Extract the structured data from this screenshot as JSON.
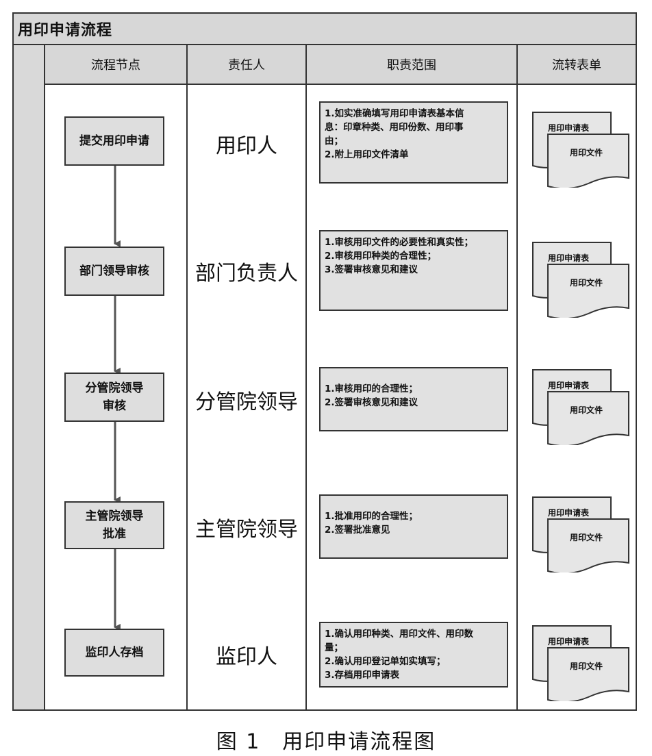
{
  "title": "用印申请流程",
  "headers": {
    "node": "流程节点",
    "person": "责任人",
    "duty": "职责范围",
    "forms": "流转表单"
  },
  "steps": [
    {
      "node": "提交用印申请",
      "person": "用印人",
      "duties": [
        "1.如实准确填写用印申请表基本信",
        "息：印章种类、用印份数、用印事",
        "由；",
        "2.附上用印文件清单"
      ],
      "form_back": "用印申请表",
      "form_front": "用印文件"
    },
    {
      "node": "部门领导审核",
      "person": "部门负责人",
      "duties": [
        "1.审核用印文件的必要性和真实性；",
        "2.审核用印种类的合理性；",
        "3.签署审核意见和建议"
      ],
      "form_back": "用印申请表",
      "form_front": "用印文件"
    },
    {
      "node": "分管院领导\n审核",
      "person": "分管院领导",
      "duties": [
        "1.审核用印的合理性；",
        "2.签署审核意见和建议"
      ],
      "form_back": "用印申请表",
      "form_front": "用印文件"
    },
    {
      "node": "主管院领导\n批准",
      "person": "主管院领导",
      "duties": [
        "1.批准用印的合理性；",
        "2.签署批准意见"
      ],
      "form_back": "用印申请表",
      "form_front": "用印文件"
    },
    {
      "node": "监印人存档",
      "person": "监印人",
      "duties": [
        "1.确认用印种类、用印文件、用印数",
        "量；",
        "2.确认用印登记单如实填写；",
        "3.存档用印申请表"
      ],
      "form_back": "用印申请表",
      "form_front": "用印文件"
    }
  ],
  "caption": "图 1　用印申请流程图",
  "colors": {
    "header_bg": "#d7d7d7",
    "box_bg": "#dedede",
    "line": "#333333"
  }
}
